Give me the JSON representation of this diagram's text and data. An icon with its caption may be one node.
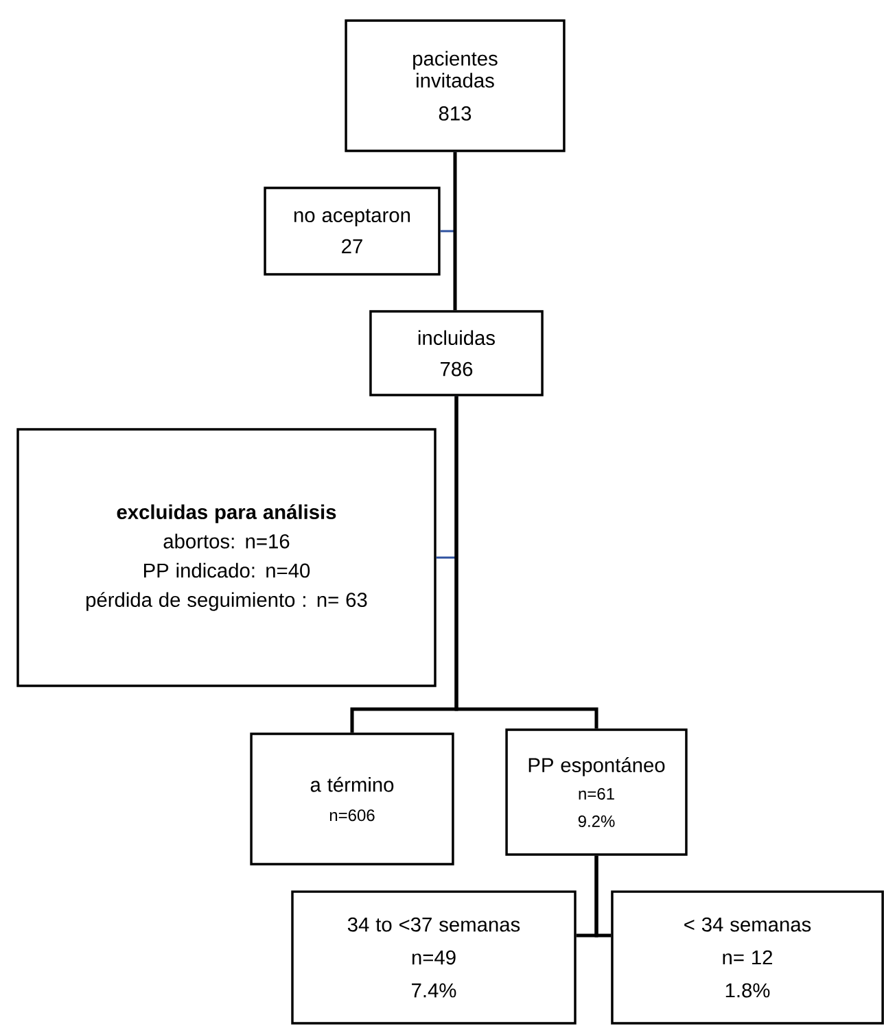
{
  "diagram": {
    "nodes": [
      {
        "text": [
          "pacientes invitadas",
          "813"
        ]
      },
      {
        "text": [
          "no aceptaron",
          "27"
        ]
      },
      {
        "text": [
          "incluidas",
          "786"
        ]
      },
      {
        "text": [
          "excluidas para análisis",
          "abortos: n=16",
          "PP indicado: n=40",
          "pérdida de seguimiento : n= 63"
        ]
      },
      {
        "text": [
          "a término",
          "n=606"
        ]
      },
      {
        "text": [
          "PP espontáneo",
          "n=61",
          "9.2%"
        ]
      },
      {
        "text": [
          "34 to <37  semanas",
          "n=49",
          "7.4%"
        ]
      },
      {
        "text": [
          "< 34 semanas",
          "n= 12",
          "1.8%"
        ]
      }
    ],
    "edges": [
      {
        "from": 0,
        "to": 1,
        "arrow": "none",
        "color": "#2f52a0"
      },
      {
        "from": 0,
        "to": 2,
        "arrow": "none"
      },
      {
        "from": 2,
        "to": 3,
        "arrow": "none",
        "color": "#2f52a0"
      },
      {
        "from": 2,
        "to": 4,
        "arrow": "none"
      },
      {
        "from": 2,
        "to": 5,
        "arrow": "none"
      },
      {
        "from": 5,
        "to": 6,
        "arrow": "none"
      },
      {
        "from": 5,
        "to": 7,
        "arrow": "none"
      }
    ]
  }
}
